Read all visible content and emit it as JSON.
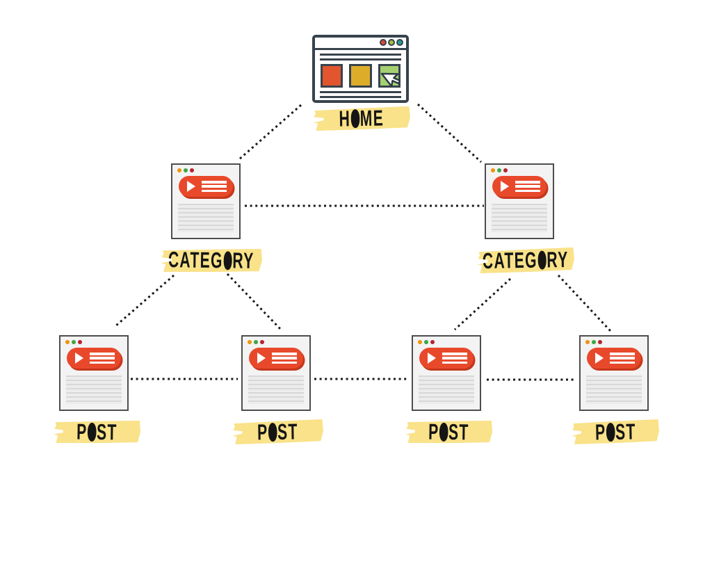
{
  "diagram": {
    "type": "sitemap-tree",
    "nodes": {
      "home": {
        "label": "HOME"
      },
      "categories": [
        {
          "label": "CATEGORY"
        },
        {
          "label": "CATEGORY"
        }
      ],
      "posts": [
        {
          "label": "POST"
        },
        {
          "label": "POST"
        },
        {
          "label": "POST"
        },
        {
          "label": "POST"
        }
      ]
    },
    "edges": [
      {
        "from": "home",
        "to": "category-1"
      },
      {
        "from": "home",
        "to": "category-2"
      },
      {
        "from": "category-1",
        "to": "category-2"
      },
      {
        "from": "category-1",
        "to": "post-1"
      },
      {
        "from": "category-1",
        "to": "post-2"
      },
      {
        "from": "category-2",
        "to": "post-3"
      },
      {
        "from": "category-2",
        "to": "post-4"
      },
      {
        "from": "post-1",
        "to": "post-2"
      },
      {
        "from": "post-2",
        "to": "post-3"
      },
      {
        "from": "post-3",
        "to": "post-4"
      }
    ],
    "colors": {
      "highlight_yellow": "#f9e289",
      "accent_red": "#e8492b",
      "accent_red_shadow": "#c6371c",
      "square_red": "#e2562f",
      "square_yellow": "#ddad2a",
      "square_green": "#a5d072",
      "outline_dark": "#37434d",
      "page_dot_orange": "#f0940a",
      "page_dot_green": "#3ba744",
      "page_dot_maroon": "#b5232f",
      "connector_black": "#191919"
    }
  }
}
